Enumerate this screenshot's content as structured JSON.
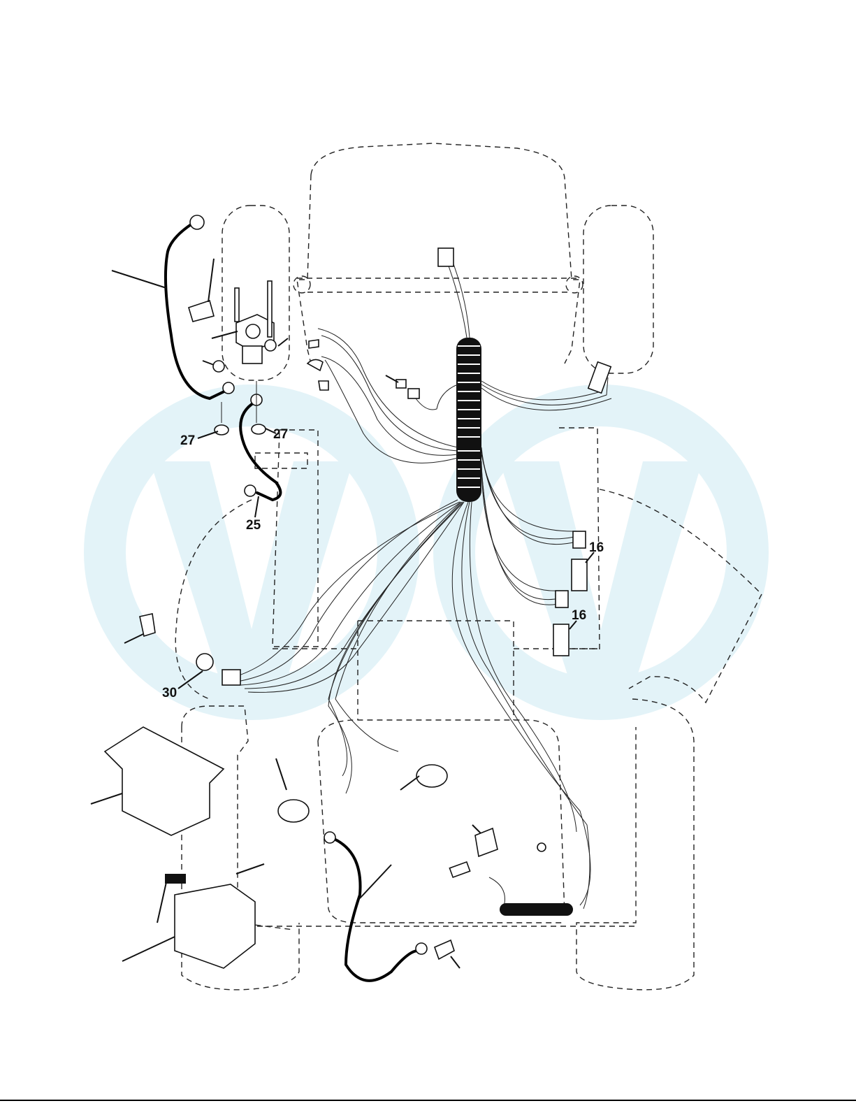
{
  "diagram": {
    "callouts": [
      {
        "id": "c27a",
        "label": "27"
      },
      {
        "id": "c27b",
        "label": "27"
      },
      {
        "id": "c25",
        "label": "25"
      },
      {
        "id": "c16a",
        "label": "16"
      },
      {
        "id": "c16b",
        "label": "16"
      },
      {
        "id": "c30",
        "label": "30"
      }
    ],
    "watermark_color": "#e3f3f8",
    "line_color": "#111111"
  }
}
